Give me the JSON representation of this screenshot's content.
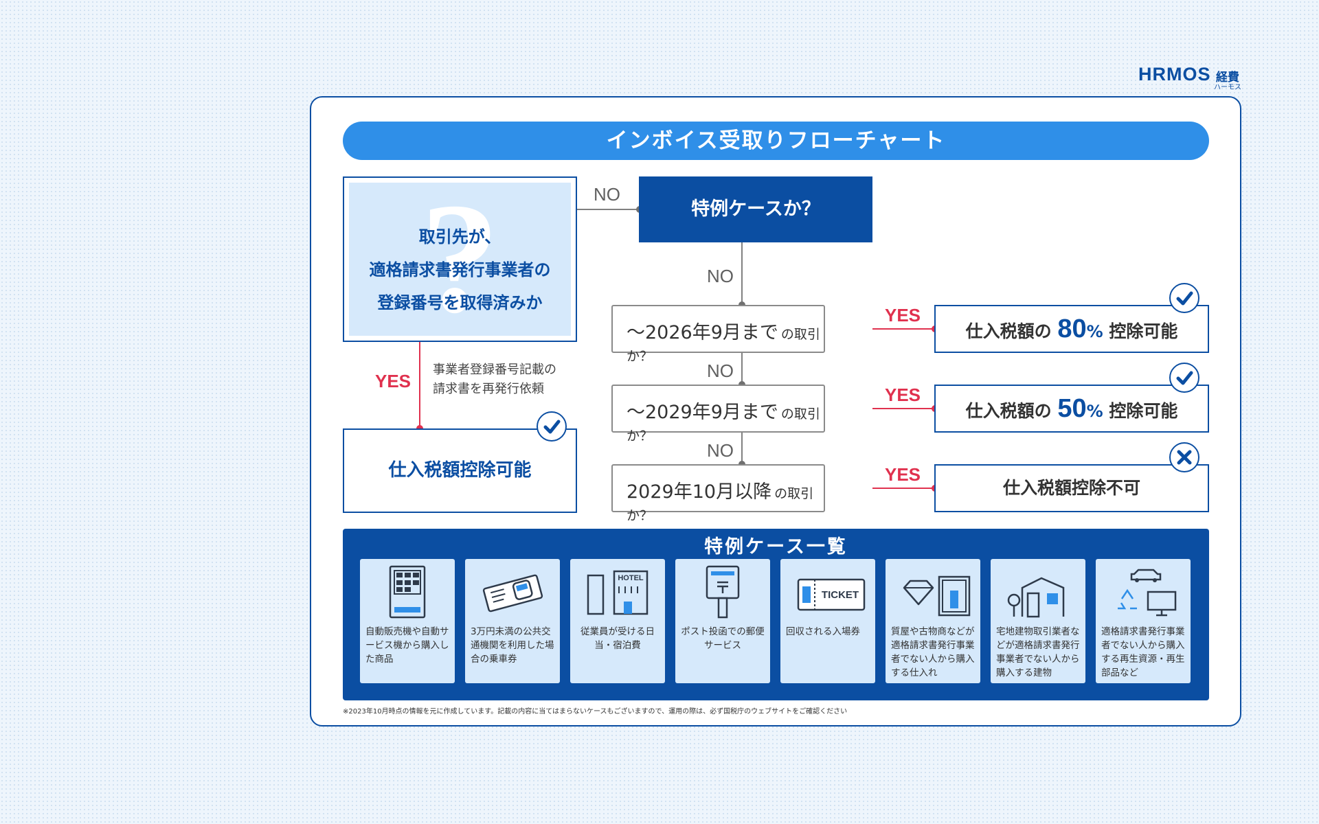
{
  "logo": {
    "word": "HRMOS",
    "kanji": "経費",
    "kana": "ハーモス"
  },
  "title": "インボイス受取りフローチャート",
  "question": {
    "line1": "取引先が、",
    "line2": "適格請求書発行事業者の",
    "line3": "登録番号を取得済みか",
    "mark": "?"
  },
  "special_case_question": "特例ケースか？",
  "labels": {
    "no": "NO",
    "yes": "YES"
  },
  "rows": [
    {
      "main": "〜2026年9月まで",
      "sub": "の取引か？",
      "result_pre": "仕入税額の",
      "result_pct": "80",
      "result_unit": "%",
      "result_post": "控除可能",
      "status": "check"
    },
    {
      "main": "〜2029年9月まで",
      "sub": "の取引か？",
      "result_pre": "仕入税額の",
      "result_pct": "50",
      "result_unit": "%",
      "result_post": "控除可能",
      "status": "check"
    },
    {
      "main": "2029年10月以降",
      "sub": "の取引か？",
      "result_full": "仕入税額控除不可",
      "status": "cross"
    }
  ],
  "left_note": {
    "line1": "事業者登録番号記載の",
    "line2": "請求書を再発行依頼"
  },
  "left_result": "仕入税額控除可能",
  "cases": {
    "title": "特例ケース一覧",
    "items": [
      {
        "text": "自動販売機や自動サービス機から購入した商品",
        "icon": "vending-machine-icon"
      },
      {
        "text": "3万円未満の公共交通機関を利用した場合の乗車券",
        "icon": "train-ticket-icon"
      },
      {
        "text": "従業員が受ける日当・宿泊費",
        "icon": "hotel-icon"
      },
      {
        "text": "ポスト投函での郵便サービス",
        "icon": "mailbox-icon"
      },
      {
        "text": "回収される入場券",
        "icon": "admission-ticket-icon",
        "ticket_label": "TICKET"
      },
      {
        "text": "質屋や古物商などが適格請求書発行事業者でない人から購入する仕入れ",
        "icon": "diamond-icon"
      },
      {
        "text": "宅地建物取引業者などが適格請求書発行事業者でない人から購入する建物",
        "icon": "house-icon"
      },
      {
        "text": "適格請求書発行事業者でない人から購入する再生資源・再生部品など",
        "icon": "recycle-icon"
      }
    ]
  },
  "hotel_sign": "HOTEL",
  "footnote": "※2023年10月時点の情報を元に作成しています。記載の内容に当てはまらないケースもございますので、運用の際は、必ず国税庁のウェブサイトをご確認ください",
  "colors": {
    "brand": "#0b4ea2",
    "accent": "#2f8fe8",
    "yes": "#e0314e",
    "light": "#d6e9fb"
  }
}
